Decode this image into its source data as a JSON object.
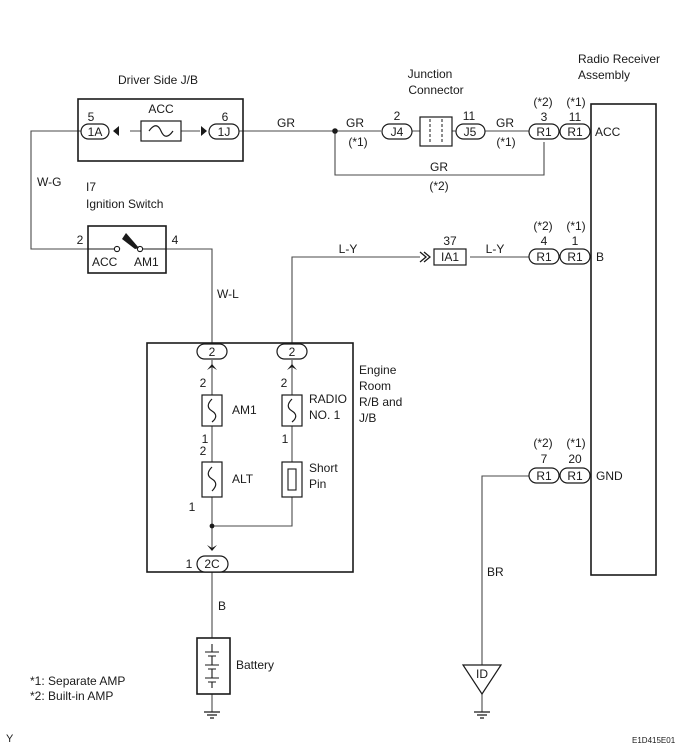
{
  "labels": {
    "driver_jb": "Driver Side J/B",
    "acc_fuse": "ACC",
    "pin_5": "5",
    "pin_6": "6",
    "conn_1a": "1A",
    "conn_1j": "1J",
    "wire_gr_main": "GR",
    "wire_gr_split": "GR",
    "note_split": "(*1)",
    "junction_line1": "Junction",
    "junction_line2": "Connector",
    "j_pin_2": "2",
    "j_pin_11": "11",
    "conn_j4": "J4",
    "conn_j5": "J5",
    "wire_gr_after": "GR",
    "note_after": "(*1)",
    "wire_gr_bypass": "GR",
    "note_bypass": "(*2)",
    "radio_line1": "Radio Receiver",
    "radio_line2": "Assembly",
    "acc_note2": "(*2)",
    "acc_note1": "(*1)",
    "acc_pin3": "3",
    "acc_pin11": "11",
    "acc_conn_a": "R1",
    "acc_conn_b": "R1",
    "acc_terminal": "ACC",
    "b_note2": "(*2)",
    "b_note1": "(*1)",
    "b_pin4": "4",
    "b_pin1": "1",
    "b_conn_a": "R1",
    "b_conn_b": "R1",
    "b_terminal": "B",
    "gnd_note2": "(*2)",
    "gnd_note1": "(*1)",
    "gnd_pin7": "7",
    "gnd_pin20": "20",
    "gnd_conn_a": "R1",
    "gnd_conn_b": "R1",
    "gnd_terminal": "GND",
    "wire_wg": "W-G",
    "ign_id": "I7",
    "ign_name": "Ignition Switch",
    "ign_pin2": "2",
    "ign_pin4": "4",
    "ign_acc": "ACC",
    "ign_am1": "AM1",
    "wire_ly1": "L-Y",
    "ia1_pin": "37",
    "conn_ia1": "IA1",
    "wire_ly2": "L-Y",
    "wire_wl": "W-L",
    "er_conn_left": "2",
    "er_conn_right": "2",
    "er_line1": "Engine",
    "er_line2": "Room",
    "er_line3": "R/B and",
    "er_line4": "J/B",
    "am1_pin_top": "2",
    "am1_label": "AM1",
    "am1_pin_bot": "1",
    "radio_pin_top": "2",
    "radio_fuse_line1": "RADIO",
    "radio_fuse_line2": "NO. 1",
    "radio_pin_bot": "1",
    "alt_pin_top": "2",
    "alt_label": "ALT",
    "alt_pin_bot": "1",
    "short_line1": "Short",
    "short_line2": "Pin",
    "conn_2c_pin": "1",
    "conn_2c": "2C",
    "wire_b": "B",
    "battery": "Battery",
    "wire_br": "BR",
    "ground_id": "ID",
    "footnote1": "*1: Separate AMP",
    "footnote2": "*2: Built-in AMP",
    "corner_code": "E1D415E01",
    "corner_y": "Y"
  }
}
